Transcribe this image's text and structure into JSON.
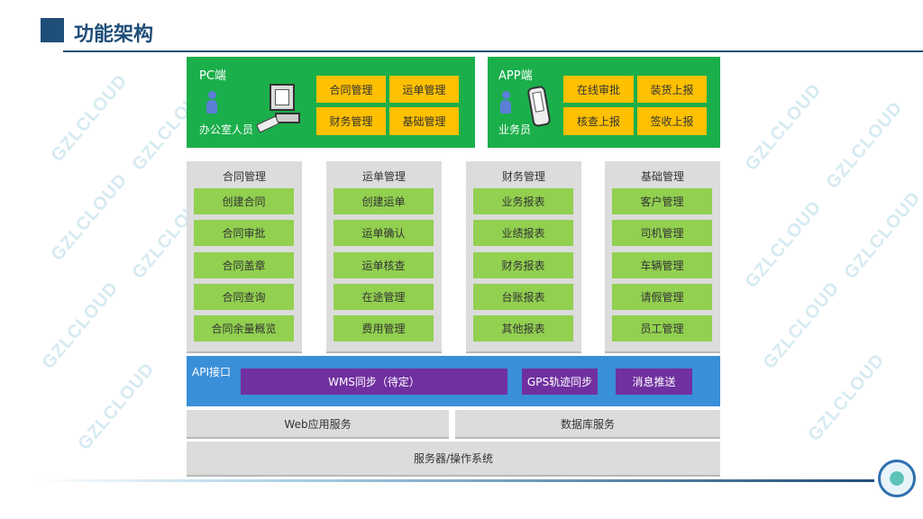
{
  "title": "功能架构",
  "watermark": "GZLCLOUD",
  "pc": {
    "label": "PC端",
    "user": "办公室人员",
    "modules": [
      "合同管理",
      "运单管理",
      "财务管理",
      "基础管理"
    ]
  },
  "app": {
    "label": "APP端",
    "user": "业务员",
    "modules": [
      "在线审批",
      "装货上报",
      "核查上报",
      "签收上报"
    ]
  },
  "columns": [
    {
      "title": "合同管理",
      "items": [
        "创建合同",
        "合同审批",
        "合同盖章",
        "合同查询",
        "合同余量概览"
      ]
    },
    {
      "title": "运单管理",
      "items": [
        "创建运单",
        "运单确认",
        "运单核查",
        "在途管理",
        "费用管理"
      ]
    },
    {
      "title": "财务管理",
      "items": [
        "业务报表",
        "业绩报表",
        "财务报表",
        "台账报表",
        "其他报表"
      ]
    },
    {
      "title": "基础管理",
      "items": [
        "客户管理",
        "司机管理",
        "车辆管理",
        "请假管理",
        "员工管理"
      ]
    }
  ],
  "api": {
    "label": "API接口",
    "items": [
      "WMS同步（待定）",
      "GPS轨迹同步",
      "消息推送"
    ]
  },
  "services": {
    "web": "Web应用服务",
    "db": "数据库服务",
    "server": "服务器/操作系统"
  },
  "colors": {
    "accent": "#1f4e79",
    "green": "#1aaf4b",
    "yellow": "#ffc000",
    "lime": "#92d050",
    "blue": "#3a8fd9",
    "purple": "#7030a0"
  }
}
